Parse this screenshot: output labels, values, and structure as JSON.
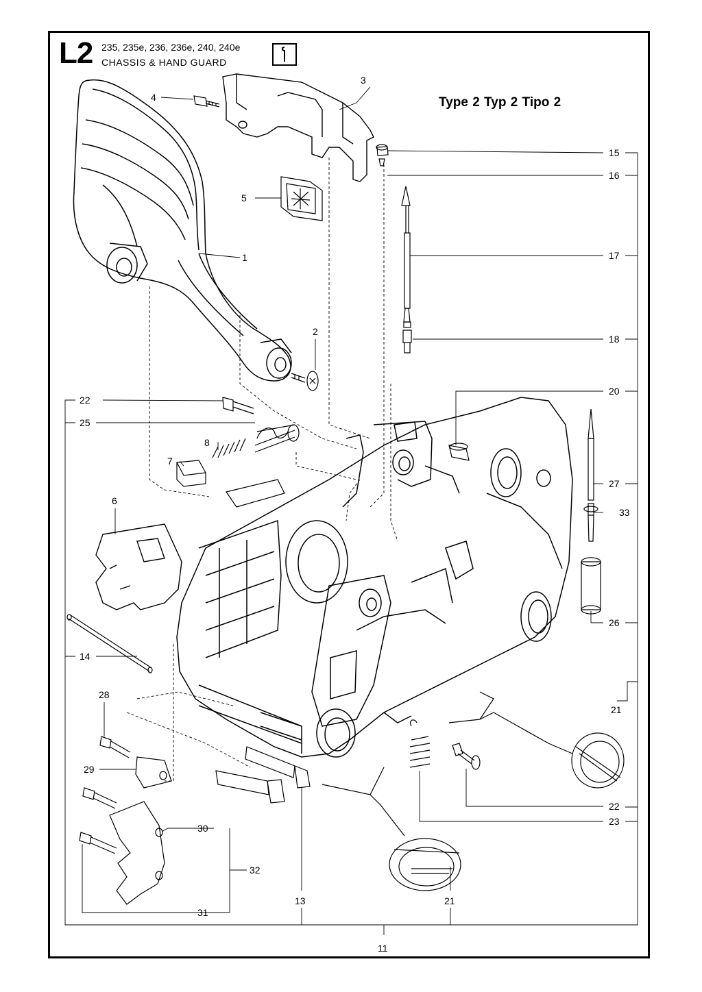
{
  "header": {
    "section_code": "L2",
    "models": "235, 235e, 236, 236e, 240, 240e",
    "title": "CHASSIS & HAND GUARD",
    "tool_icon": "wrench-icon"
  },
  "type_label": "Type 2   Typ 2   Tipo 2",
  "part_numbers": [
    "1",
    "2",
    "3",
    "4",
    "5",
    "6",
    "7",
    "8",
    "11",
    "13",
    "14",
    "15",
    "16",
    "17",
    "18",
    "20",
    "21",
    "21",
    "22",
    "22",
    "23",
    "25",
    "26",
    "27",
    "28",
    "29",
    "30",
    "31",
    "32",
    "33"
  ]
}
